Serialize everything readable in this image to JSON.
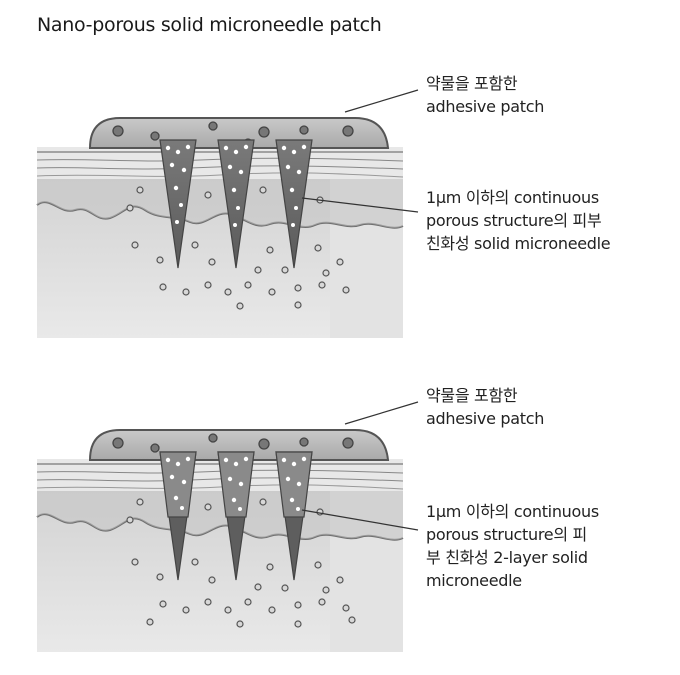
{
  "title": "Nano-porous solid microneedle patch",
  "panels": [
    {
      "patch_label_1": "약물을 포함한",
      "patch_label_2": "adhesive patch",
      "needle_label_1": "1μm 이하의 continuous",
      "needle_label_2": "porous structure의 피부",
      "needle_label_3": "친화성 solid microneedle",
      "needle_label_4": ""
    },
    {
      "patch_label_1": "약물을 포함한",
      "patch_label_2": "adhesive patch",
      "needle_label_1": "1μm 이하의 continuous",
      "needle_label_2": "porous structure의 피",
      "needle_label_3": "부 친화성 2-layer solid",
      "needle_label_4": "microneedle"
    }
  ]
}
